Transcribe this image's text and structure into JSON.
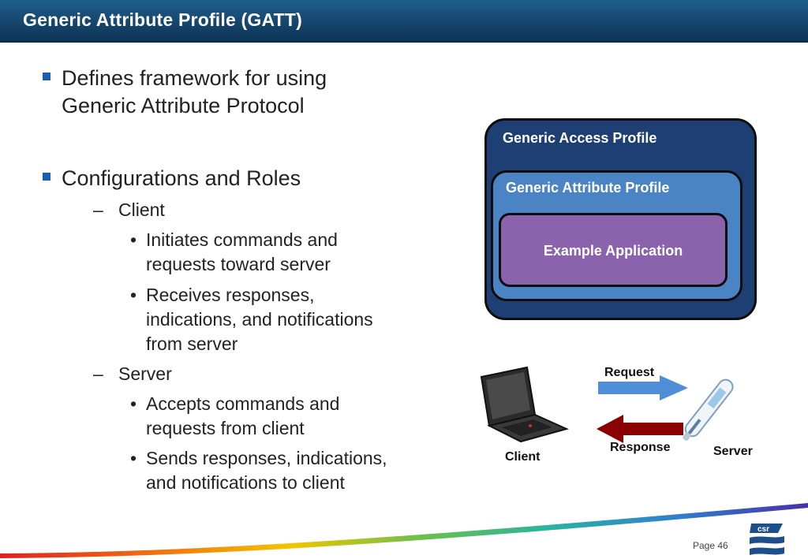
{
  "slide": {
    "title": "Generic Attribute Profile (GATT)",
    "page": "Page 46"
  },
  "bullets": {
    "b1": [
      "Defines framework for using",
      "Generic Attribute Protocol"
    ],
    "b2": "Configurations and Roles",
    "client": {
      "label": "Client",
      "items": [
        [
          "Initiates commands and",
          "requests toward server"
        ],
        [
          "Receives responses,",
          "indications, and notifications",
          "from server"
        ]
      ]
    },
    "server": {
      "label": "Server",
      "items": [
        [
          "Accepts commands and",
          "requests from client"
        ],
        [
          "Sends responses, indications,",
          "and notifications to client"
        ]
      ]
    }
  },
  "diagram": {
    "gap": "Generic Access Profile",
    "gatt": "Generic Attribute Profile",
    "app": "Example Application"
  },
  "flow": {
    "request": "Request",
    "response": "Response",
    "client": "Client",
    "server": "Server"
  },
  "logo": {
    "text": "csr"
  },
  "colors": {
    "title_bar": "#174a73",
    "gap_box": "#1e3f73",
    "gatt_box": "#4b84c4",
    "app_box": "#8a63ac",
    "request_arrow": "#4f8fd8",
    "response_arrow": "#8b0000",
    "bullet_square": "#1560b0"
  }
}
